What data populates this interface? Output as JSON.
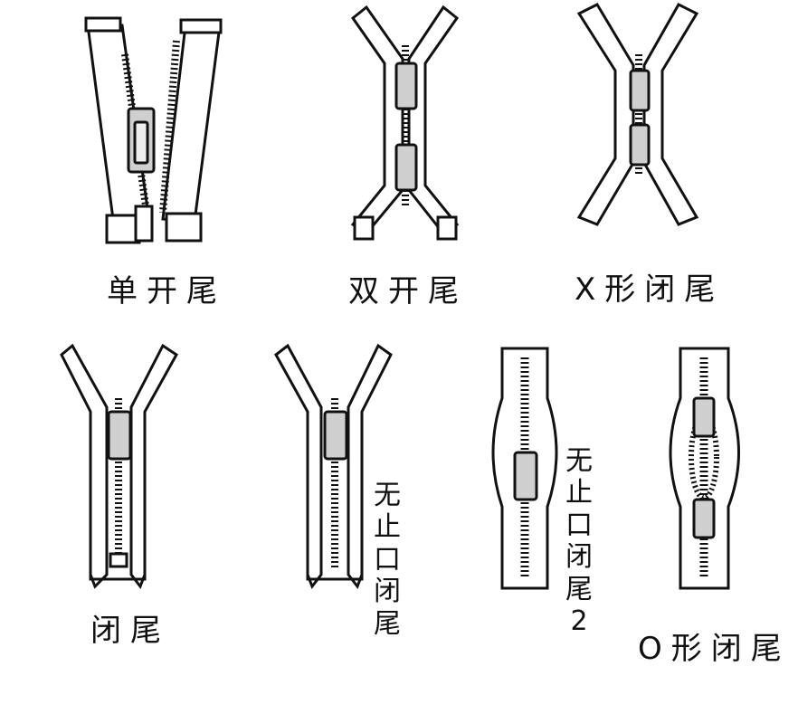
{
  "labels": {
    "single_open": "单开尾",
    "double_open": "双开尾",
    "x_closed": "X形闭尾",
    "closed": "闭尾",
    "no_stop_closed": [
      "无",
      "止",
      "口",
      "闭",
      "尾"
    ],
    "no_stop_closed_2": [
      "无",
      "止",
      "口",
      "闭",
      "尾",
      "2"
    ],
    "o_closed": "O形闭尾"
  },
  "colors": {
    "line": "#111111",
    "fill": "#ffffff",
    "slider": "#cfcfcf",
    "background": "#ffffff"
  }
}
